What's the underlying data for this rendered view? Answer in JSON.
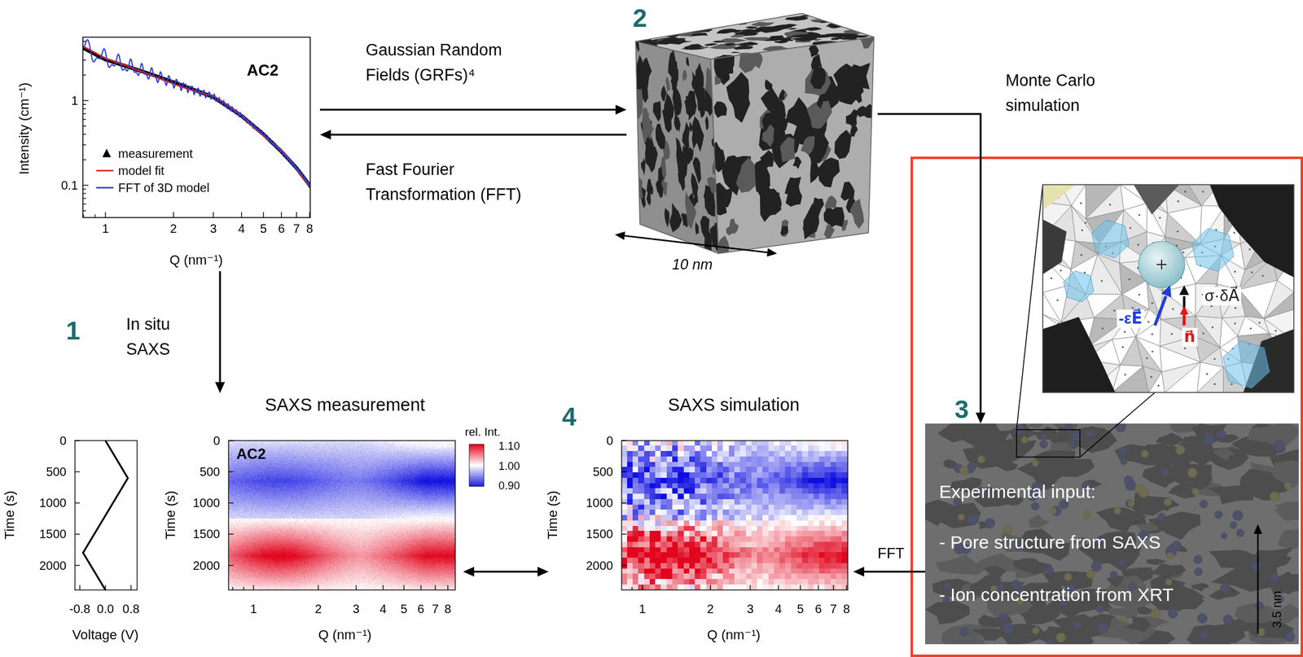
{
  "diagram": {
    "nodes": [
      {
        "text": [
          "AC2"
        ]
      },
      {
        "text": [
          "2"
        ]
      },
      {
        "text": [
          "Experimental input:",
          "- Pore structure from SAXS",
          "- Ion concentration from XRT"
        ]
      },
      {
        "text": [
          "SAXS measurement",
          "AC2"
        ]
      },
      {
        "text": [
          "SAXS simulation"
        ]
      }
    ],
    "edges": [
      {
        "from": 0,
        "to": 1,
        "arrow": "to",
        "label": "Gaussian Random Fields (GRFs)⁴"
      },
      {
        "from": 1,
        "to": 0,
        "arrow": "to",
        "label": "Fast Fourier Transformation (FFT)"
      },
      {
        "from": 1,
        "to": 2,
        "arrow": "to",
        "label": "Monte Carlo simulation"
      },
      {
        "from": 0,
        "to": 3,
        "arrow": "to",
        "label": "In situ SAXS"
      },
      {
        "from": 3,
        "to": 4,
        "arrow": "both"
      },
      {
        "from": 2,
        "to": 4,
        "arrow": "to",
        "label": "FFT"
      }
    ],
    "labels": [
      "1",
      "0.1",
      "Intensity (cm⁻¹)",
      "1",
      "2",
      "3",
      "4",
      "5",
      "6",
      "7",
      "8",
      "Q (nm⁻¹)",
      "10 nm",
      "1",
      "3",
      "σ·δA⃗",
      "-εE⃗",
      "n⃗",
      "3.5 nm",
      "4",
      "0",
      "500",
      "1000",
      "1500",
      "2000",
      "Time (s)",
      "-0.8",
      "0.0",
      "0.8",
      "Voltage (V)",
      "0",
      "500",
      "1000",
      "1500",
      "2000",
      "Time (s)",
      "1",
      "2",
      "3",
      "4",
      "5",
      "6",
      "7",
      "8",
      "Q (nm⁻¹)",
      "rel. Int.",
      "1.10",
      "1.00",
      "0.90",
      "0",
      "500",
      "1000",
      "1500",
      "2000",
      "Time (s)",
      "1",
      "2",
      "3",
      "4",
      "5",
      "6",
      "7",
      "8",
      "Q (nm⁻¹)"
    ],
    "legend": [
      {
        "text": "measurement"
      },
      {
        "text": "model fit"
      },
      {
        "text": "FFT of 3D model"
      }
    ]
  }
}
